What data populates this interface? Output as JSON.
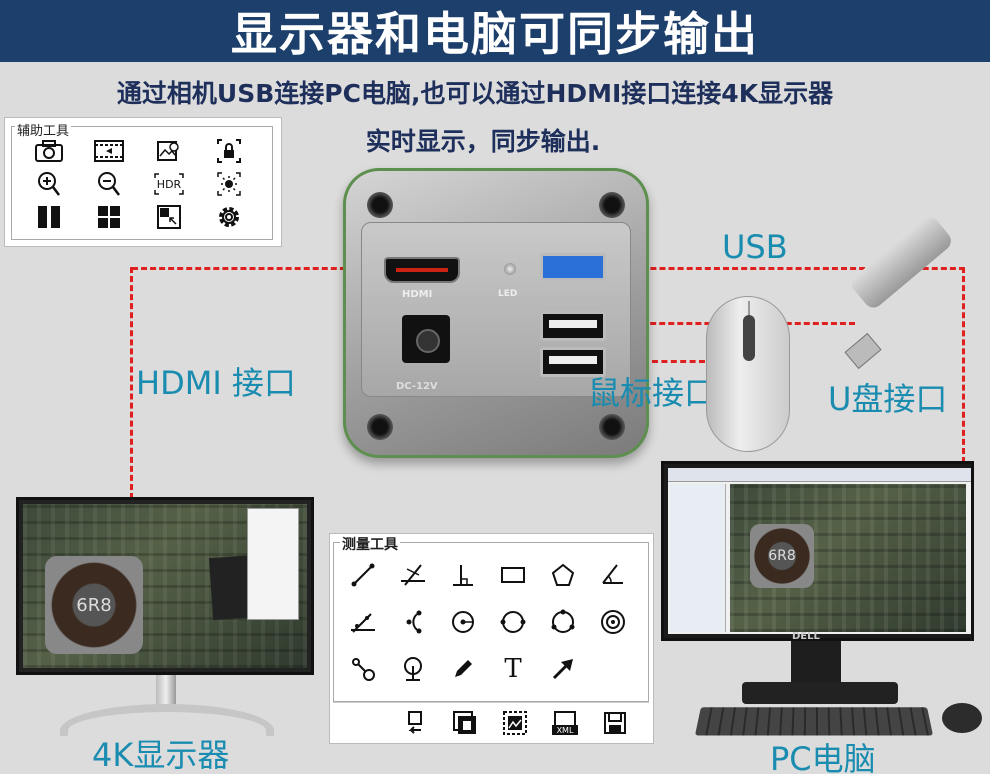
{
  "header": {
    "title": "显示器和电脑可同步输出"
  },
  "subtitle": {
    "line1": "通过相机USB连接PC电脑,也可以通过HDMI接口连接4K显示器",
    "line2": "实时显示，同步输出."
  },
  "aux_panel": {
    "title": "辅助工具",
    "icons": [
      "camera-icon",
      "video-record-icon",
      "image-search-icon",
      "lock-icon",
      "zoom-in-icon",
      "zoom-out-icon",
      "hdr-icon",
      "brightness-icon",
      "split-two-icon",
      "split-four-icon",
      "picture-in-picture-icon",
      "settings-gear-icon"
    ],
    "hdr_text": "HDR"
  },
  "camera": {
    "hdmi_label": "HDMI",
    "led_label": "LED",
    "dc_label": "DC-12V"
  },
  "labels": {
    "usb": "USB",
    "hdmi_port": "HDMI 接口",
    "mouse_port": "鼠标接口",
    "udisk_port": "U盘接口",
    "monitor_4k": "4K显示器",
    "pc": "PC电脑"
  },
  "monitor_screen": {
    "inductor_text": "6R8"
  },
  "pc_screen": {
    "brand": "DELL",
    "inductor_text": "6R8"
  },
  "measure_panel": {
    "title": "测量工具",
    "icons": [
      "line-icon",
      "parallel-icon",
      "perpendicular-icon",
      "rectangle-icon",
      "polygon-icon",
      "angle-icon",
      "polyline-icon",
      "arc-icon",
      "circle-center-icon",
      "circle-3point-icon",
      "circle-ring-icon",
      "concentric-icon",
      "two-point-distance-icon",
      "point-icon",
      "pen-icon",
      "text-icon",
      "arrow-icon"
    ],
    "text_glyph": "T",
    "bottom_icons": [
      "undo-delete-icon",
      "delete-all-icon",
      "export-image-icon",
      "export-xml-icon",
      "save-icon"
    ],
    "xml_text": "XML"
  },
  "colors": {
    "banner": "#1d3f6b",
    "cyan_text": "#1a8cb0",
    "dashed_line": "#e01f1f"
  }
}
